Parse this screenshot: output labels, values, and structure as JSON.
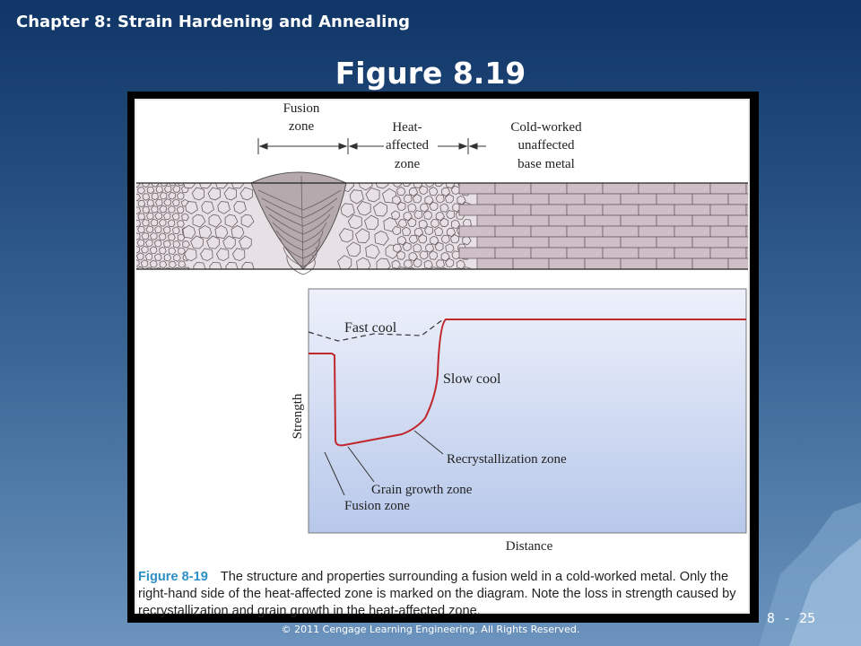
{
  "header": {
    "chapter": "Chapter 8: Strain Hardening and Annealing",
    "figure_title": "Figure 8.19"
  },
  "diagram": {
    "zone_labels": {
      "fusion_line1": "Fusion",
      "fusion_line2": "zone",
      "haz_line1": "Heat-",
      "haz_line2": "affected",
      "haz_line3": "zone",
      "base_line1": "Cold-worked",
      "base_line2": "unaffected",
      "base_line3": "base metal"
    },
    "graph": {
      "ylabel": "Strength",
      "xlabel": "Distance",
      "fast_cool": "Fast cool",
      "slow_cool": "Slow cool",
      "recrystallization": "Recrystallization zone",
      "grain_growth": "Grain growth zone",
      "fusion": "Fusion zone"
    },
    "colors": {
      "curve": "#c1272d",
      "graph_bg_top": "#eef1fb",
      "graph_bg_bottom": "#b7c8ea",
      "grain_fill": "#e7e0e4",
      "weld_fill": "#b5a9ad",
      "base_metal_fill": "#cdbfc5"
    }
  },
  "caption": {
    "figure_number": "Figure 8-19",
    "text": "The structure and properties surrounding a fusion weld in a cold-worked metal. Only the right-hand side of the heat-affected zone is marked on the diagram. Note the loss in strength caused by recrystallization and grain growth in the heat-affected zone."
  },
  "footer": {
    "copyright": "© 2011 Cengage Learning Engineering. All Rights Reserved.",
    "page": "8 - 25"
  }
}
